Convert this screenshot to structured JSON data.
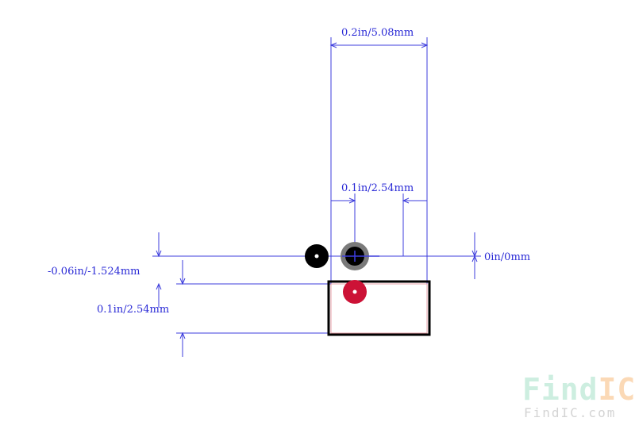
{
  "dimensions": {
    "width_label": "0.2in/5.08mm",
    "pitch_label": "0.1in/2.54mm",
    "zero_label": "0in/0mm",
    "offset_label": "-0.06in/-1.524mm",
    "height_label": "0.1in/2.54mm"
  },
  "watermark": {
    "logo_find": "Find",
    "logo_ic": "IC",
    "url": "FindIC.com"
  },
  "colors": {
    "dimension": "#3c3cdc",
    "outline": "#000000",
    "body_edge": "#e8a0a8",
    "pad_black": "#000000",
    "pad_grey": "#7a7a7a",
    "pad_red": "#cc1236",
    "logo_find": "#cdeee0",
    "logo_ic": "#fbd9b6",
    "url": "#d4d4d4"
  }
}
